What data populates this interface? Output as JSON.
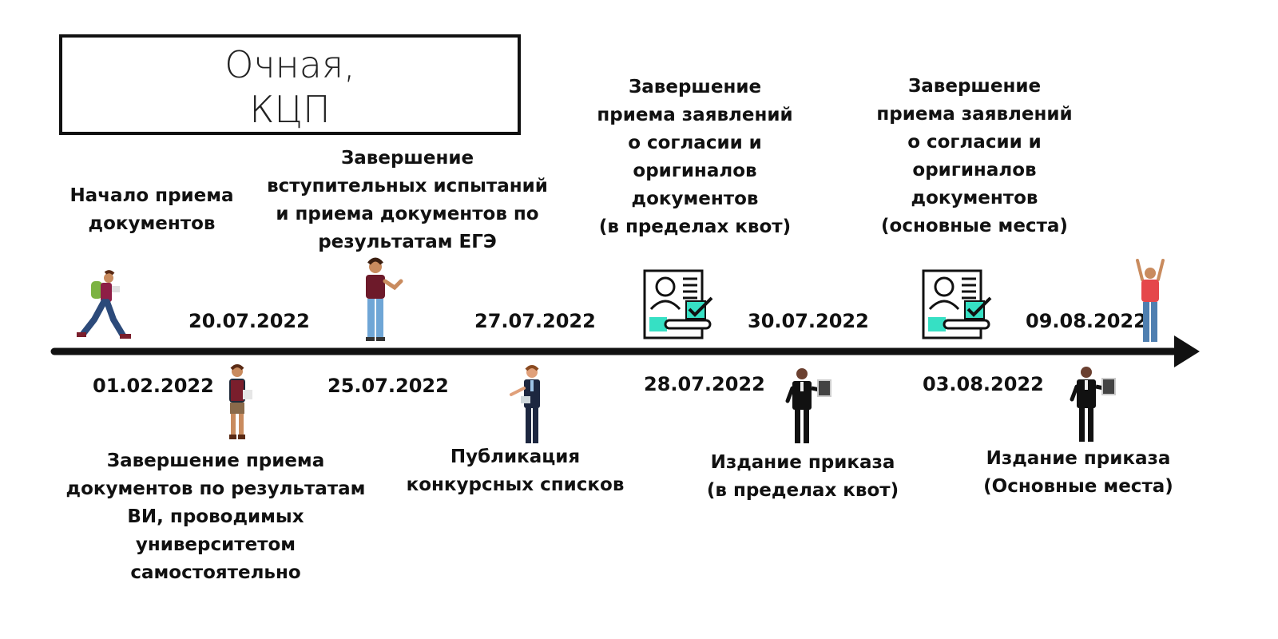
{
  "title": [
    "Очная,",
    "КЦП"
  ],
  "events_top": [
    {
      "lines": [
        "Начало приема",
        "документов"
      ]
    },
    {
      "lines": [
        "Завершение",
        "вступительных испытаний",
        "и приема документов по",
        "результатам ЕГЭ"
      ]
    },
    {
      "lines": [
        "Завершение",
        "приема заявлений",
        "о согласии и",
        "оригиналов",
        "документов",
        "(в пределах квот)"
      ]
    },
    {
      "lines": [
        "Завершение",
        "приема заявлений",
        "о согласии и",
        "оригиналов",
        "документов",
        "(основные места)"
      ]
    }
  ],
  "events_bottom": [
    {
      "lines": [
        "Завершение приема",
        "документов по результатам",
        "ВИ, проводимых",
        "университетом",
        "самостоятельно"
      ]
    },
    {
      "lines": [
        "Публикация",
        "конкурсных списков"
      ]
    },
    {
      "lines": [
        "Издание приказа",
        "(в пределах квот)"
      ]
    },
    {
      "lines": [
        "Издание приказа",
        "(Основные места)"
      ]
    }
  ],
  "dates_above": [
    "20.07.2022",
    "27.07.2022",
    "30.07.2022",
    "09.08.2022"
  ],
  "dates_below": [
    "01.02.2022",
    "25.07.2022",
    "28.07.2022",
    "03.08.2022"
  ],
  "colors": {
    "accent": "#36e0c4",
    "line": "#111111"
  }
}
